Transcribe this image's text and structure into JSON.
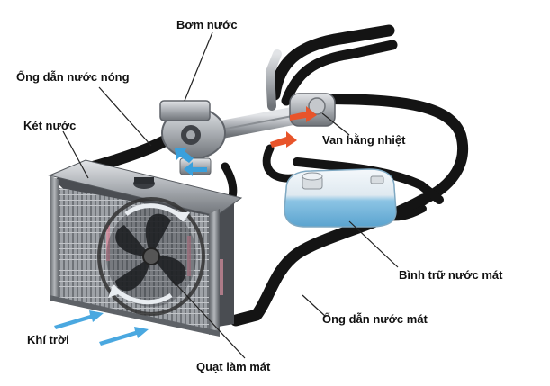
{
  "labels": {
    "water_pump": "Bơm nước",
    "hot_water_pipe": "Ống dẫn nước nóng",
    "radiator": "Két nước",
    "thermostat": "Van hằng nhiệt",
    "coolant_reservoir": "Bình trữ nước mát",
    "cool_water_pipe": "Ống dẫn nước mát",
    "ambient_air": "Khí trời",
    "cooling_fan": "Quạt làm mát"
  },
  "colors": {
    "hose": "#141414",
    "metal": "#b9bcc0",
    "radiator_frame": "#8a8d92",
    "reservoir": "#8fc6e6",
    "hot_arrow": "#e8542a",
    "cold_arrow": "#3aa0dc",
    "air_arrow": "#4aa8e0",
    "leader_line": "#222222"
  }
}
